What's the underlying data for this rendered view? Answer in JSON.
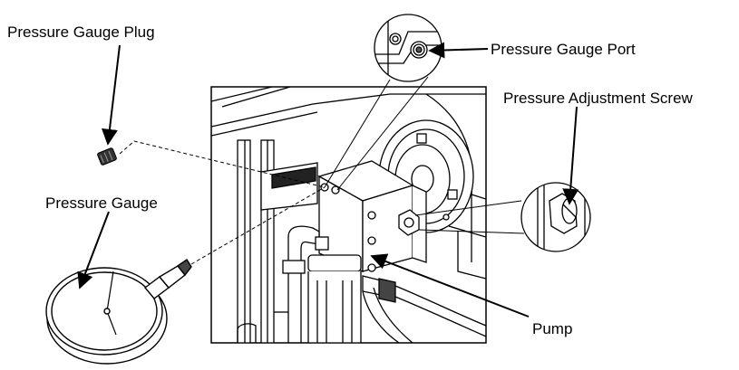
{
  "labels": {
    "gauge_plug": "Pressure Gauge Plug",
    "gauge_port": "Pressure Gauge Port",
    "adjustment_screw": "Pressure Adjustment Screw",
    "gauge": "Pressure Gauge",
    "pump": "Pump"
  },
  "colors": {
    "ink": "#000000",
    "paper": "#ffffff",
    "shade": "#c8c8c8",
    "dark": "#333333"
  }
}
